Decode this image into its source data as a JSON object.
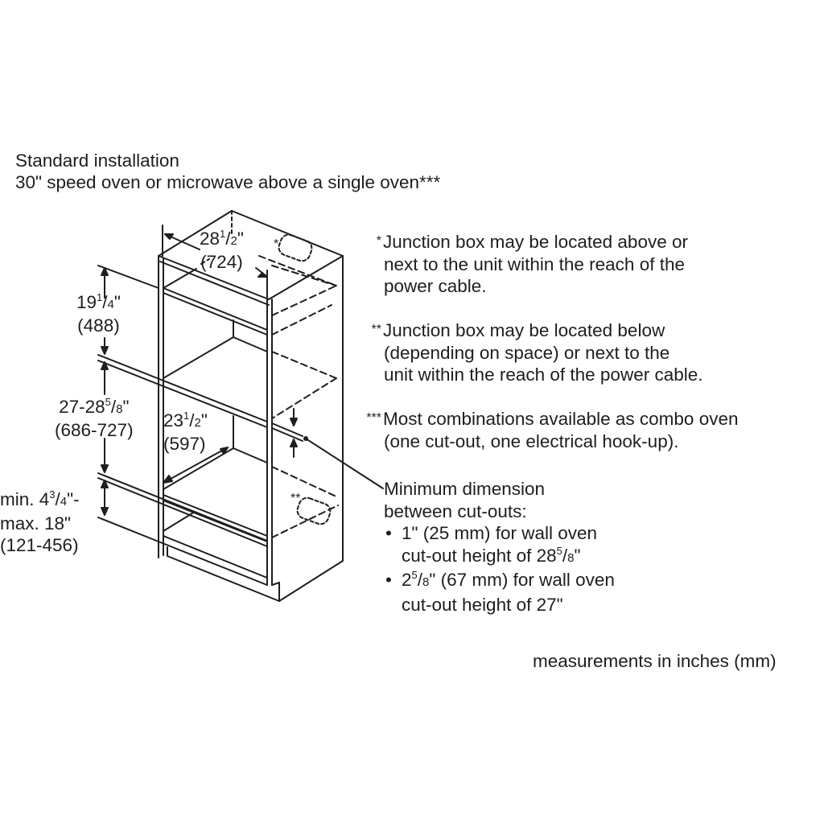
{
  "title": {
    "line1": "Standard installation",
    "line2": "30\" speed oven or microwave above a single oven***"
  },
  "dimensions": {
    "width_top": {
      "whole": "28",
      "num": "1",
      "den": "2",
      "unit": "\"",
      "mm": "(724)"
    },
    "upper_height": {
      "whole": "19",
      "num": "1",
      "den": "4",
      "unit": "\"",
      "mm": "(488)"
    },
    "oven_cutout": {
      "prefix": "27-28",
      "num": "5",
      "den": "8",
      "unit": "\"",
      "mm": "(686-727)"
    },
    "depth": {
      "whole": "23",
      "num": "1",
      "den": "2",
      "unit": "\"",
      "mm": "(597)"
    },
    "bottom": {
      "prefix": "min. 4",
      "num": "3",
      "den": "4",
      "suffix": "\"-",
      "line2": "max. 18\"",
      "mm": "(121-456)"
    }
  },
  "junction_markers": {
    "top": "*",
    "bottom": "**"
  },
  "notes": [
    {
      "marker": "*",
      "lines": [
        "Junction box may be located above or",
        "next to the unit within the reach of the",
        "power cable."
      ]
    },
    {
      "marker": "**",
      "lines": [
        "Junction box may be located below",
        "(depending on space) or next to the",
        "unit within the reach of the power cable."
      ]
    },
    {
      "marker": "***",
      "lines": [
        "Most combinations available as combo oven",
        "(one cut-out, one electrical hook-up)."
      ]
    }
  ],
  "min_dimension": {
    "heading1": "Minimum dimension",
    "heading2": "between cut-outs:",
    "bullets": [
      {
        "line1": "1\" (25 mm) for wall oven",
        "line2_prefix": "cut-out height of 28",
        "line2_num": "5",
        "line2_den": "8",
        "line2_suffix": "\""
      },
      {
        "line1_whole": "2",
        "line1_num": "5",
        "line1_den": "8",
        "line1_rest": "\" (67 mm) for wall oven",
        "line2": "cut-out height of 27\""
      }
    ],
    "bullet_char": "•"
  },
  "footer": "measurements in inches (mm)",
  "colors": {
    "ink": "#1e1e1e",
    "background": "#ffffff"
  }
}
